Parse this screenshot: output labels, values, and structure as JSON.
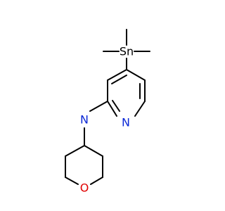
{
  "molecule": {
    "atoms": {
      "sn": "Sn",
      "n_pyridine": "N",
      "n_amine": "N",
      "o_ring": "O"
    },
    "colors": {
      "bond": "#000000",
      "nitrogen": "#0b28d6",
      "oxygen": "#e00000",
      "tin": "#000000",
      "background": "#ffffff"
    }
  }
}
